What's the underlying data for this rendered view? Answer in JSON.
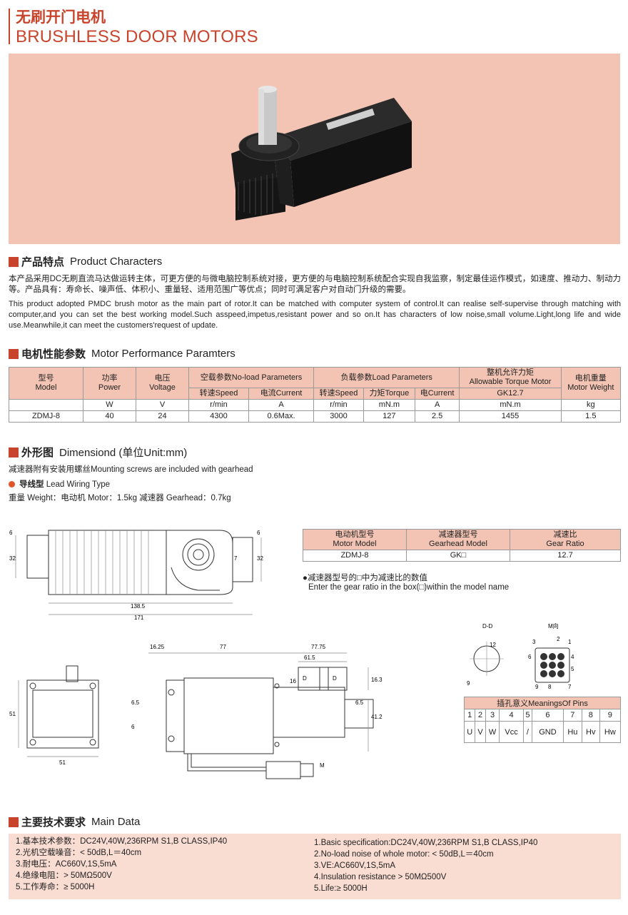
{
  "header": {
    "title_cn": "无刷开门电机",
    "title_en": "BRUSHLESS DOOR MOTORS"
  },
  "colors": {
    "accent": "#c8442c",
    "pink": "#f3c4b4"
  },
  "characters": {
    "title_cn": "产品特点",
    "title_en": "Product Characters",
    "cn_text": "本产品采用DC无刷直流马达做运转主体，可更方便的与微电脑控制系统对接，更方便的与电脑控制系统配合实现自我监察，制定最佳运作模式，如速度、推动力、制动力等。产品具有：寿命长、噪声低、体积小、重量轻、适用范围广等优点；同时可满足客户对自动门升级的需要。",
    "en_text": "This product adopted PMDC brush motor as the main part of rotor.It can be matched with computer system of control.It can realise self-supervise through matching with computer,and you can set the best working model.Such asspeed,impetus,resistant power and so on.It has characters of low noise,small volume.Light,long life and wide use.Meanwhile,it can meet the customers'request of update."
  },
  "performance": {
    "title_cn": "电机性能参数",
    "title_en": "Motor Performance Paramters",
    "h_model": [
      "型号",
      "Model"
    ],
    "h_power": [
      "功率",
      "Power"
    ],
    "h_voltage": [
      "电压",
      "Voltage"
    ],
    "h_noload": "空载参数No-load Parameters",
    "h_load": "负载参数Load Parameters",
    "h_torque": [
      "整机允许力矩",
      "Allowable Torque Motor"
    ],
    "h_weight": [
      "电机重量",
      "Motor Weight"
    ],
    "sub": [
      "转速Speed",
      "电流Current",
      "转速Speed",
      "力矩Torque",
      "电Current",
      "GK12.7"
    ],
    "units": [
      "W",
      "V",
      "r/min",
      "A",
      "r/min",
      "mN.m",
      "A",
      "mN.m",
      "kg"
    ],
    "row": [
      "ZDMJ-8",
      "40",
      "24",
      "4300",
      "0.6Max.",
      "3000",
      "127",
      "2.5",
      "1455",
      "1.5"
    ]
  },
  "dimensions": {
    "title_cn": "外形图",
    "title_en": "Dimensiond (单位Unit:mm)",
    "note1": "减速器附有安装用螺丝Mounting screws are included with gearhead",
    "lead_cn": "导线型",
    "lead_en": "Lead Wiring Type",
    "weight": "重量 Weight：电动机 Motor：1.5kg  减速器 Gearhead：0.7kg",
    "labels": {
      "d6a": "6",
      "d32a": "32",
      "d32b": "32",
      "d7": "7",
      "d6b": "6",
      "d138": "138.5",
      "d171": "171",
      "d1625": "16.25",
      "d77": "77",
      "d7775": "77.75",
      "d615": "61.5",
      "d16": "16",
      "d163": "16.3",
      "d51a": "51",
      "d51b": "51",
      "d65a": "6.5",
      "d6c": "6",
      "d65b": "6.5",
      "d412": "41.2",
      "dD1": "D",
      "dD2": "D",
      "dM": "M",
      "dd": "D-D",
      "mdir": "M向",
      "d12": "12",
      "d9": "9"
    }
  },
  "gear_table": {
    "h": [
      [
        "电动机型号",
        "Motor Model"
      ],
      [
        "减速器型号",
        "Gearhead Model"
      ],
      [
        "减速比",
        "Gear Ratio"
      ]
    ],
    "row": [
      "ZDMJ-8",
      "GK□",
      "12.7"
    ],
    "note_cn": "●减速器型号的□中为减速比的数值",
    "note_en": "Enter the gear ratio in the box(□)within the model name"
  },
  "pins": {
    "title": "插孔意义MeaningsOf Pins",
    "nums": [
      "1",
      "2",
      "3",
      "4",
      "5",
      "6",
      "7",
      "8",
      "9"
    ],
    "vals": [
      "U",
      "V",
      "W",
      "Vcc",
      "/",
      "GND",
      "Hu",
      "Hv",
      "Hw"
    ],
    "connector_nums": [
      "3",
      "2",
      "1",
      "6",
      "4",
      "5",
      "9",
      "8",
      "7"
    ]
  },
  "main_data": {
    "title_cn": "主要技术要求",
    "title_en": "Main Data",
    "cn": [
      "1.基本技术参数：DC24V,40W,236RPM S1,B CLASS,IP40",
      "2.光机空载噪音：< 50dB,L＝40cm",
      "3.耐电压：AC660V,1S,5mA",
      "4.绝缘电阻：> 50MΩ500V",
      "5.工作寿命：≥ 5000H"
    ],
    "en": [
      "1.Basic specification:DC24V,40W,236RPM S1,B CLASS,IP40",
      "2.No-load noise of whole motor: < 50dB,L＝40cm",
      "3.VE:AC660V,1S,5mA",
      "4.Insulation resistance > 50MΩ500V",
      "5.Life:≥ 5000H"
    ]
  }
}
